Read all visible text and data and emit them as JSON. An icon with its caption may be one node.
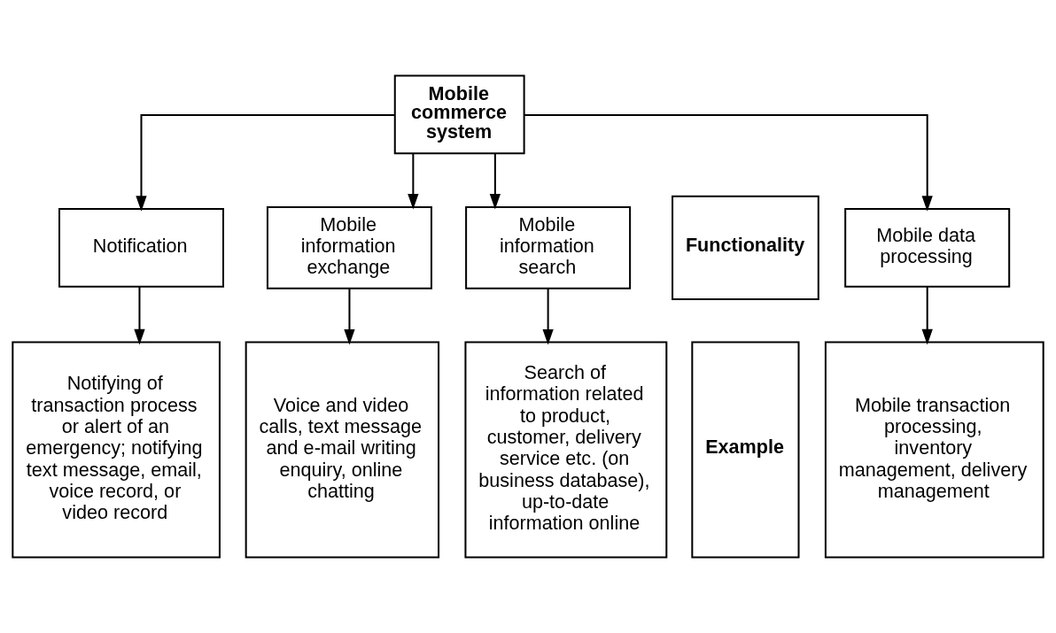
{
  "diagram": {
    "nodes": [
      {
        "text": [
          "Mobile commerce system"
        ]
      },
      {
        "text": [
          "Mobile data processing"
        ]
      },
      {
        "text": [
          "Notification"
        ]
      },
      {
        "text": [
          "Mobile information exchange"
        ]
      },
      {
        "text": [
          "Mobile information search"
        ]
      },
      {
        "text": [
          "Mobile transaction processing, inventory management, delivery management"
        ]
      },
      {
        "text": [
          "Notifying of transaction process or alert of an emergency; notifying text message, email, voice record, or video record"
        ]
      },
      {
        "text": [
          "Voice and video calls, text message and e-mail writing enquiry, online chatting"
        ]
      },
      {
        "text": [
          "Search of information related to product, customer, delivery service etc. (on business database), up-to-date information online"
        ]
      },
      {
        "text": [
          "Functionality"
        ]
      },
      {
        "text": [
          "Example"
        ]
      }
    ],
    "edges": [
      {
        "from": 0,
        "to": 1,
        "arrow": "to"
      },
      {
        "from": 0,
        "to": 2,
        "arrow": "to"
      },
      {
        "from": 0,
        "to": 3,
        "arrow": "to"
      },
      {
        "from": 0,
        "to": 4,
        "arrow": "to"
      },
      {
        "from": 1,
        "to": 5,
        "arrow": "to"
      },
      {
        "from": 2,
        "to": 6,
        "arrow": "to"
      },
      {
        "from": 3,
        "to": 7,
        "arrow": "to"
      },
      {
        "from": 4,
        "to": 8,
        "arrow": "to"
      }
    ]
  }
}
